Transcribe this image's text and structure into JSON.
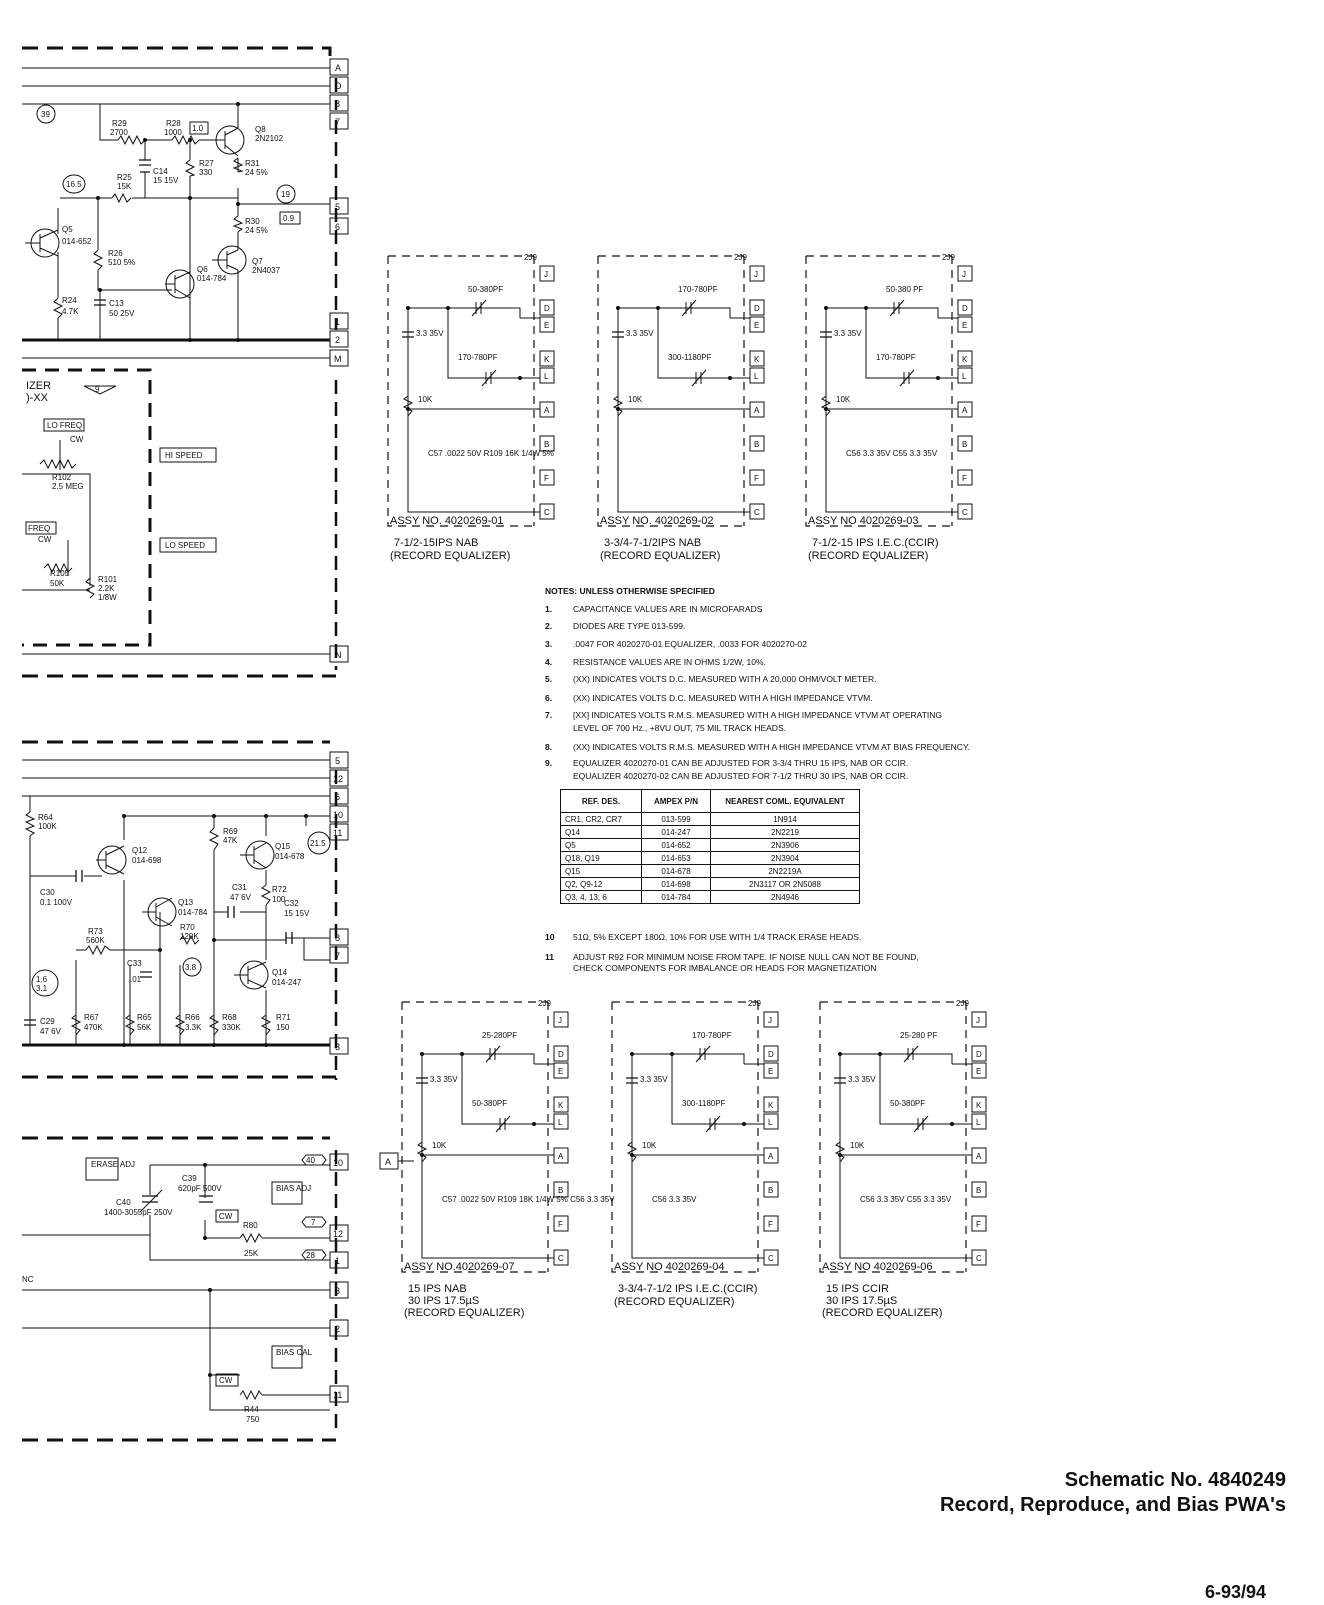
{
  "schematic": {
    "title_number": "Schematic No. 4840249",
    "title_desc": "Record, Reproduce, and Bias PWA's",
    "page": "6-93/94"
  },
  "upper_board": {
    "connectors": [
      "A",
      "D",
      "8",
      "7",
      "5",
      "6",
      "1",
      "2",
      "M",
      "N"
    ],
    "components": [
      {
        "ref": "R29",
        "value": "2700"
      },
      {
        "ref": "R28",
        "value": "1000"
      },
      {
        "ref": "Q8",
        "value": "2N2102"
      },
      {
        "ref": "C14",
        "value": "15 15V"
      },
      {
        "ref": "R25",
        "value": "15K"
      },
      {
        "ref": "R27",
        "value": "330"
      },
      {
        "ref": "R31",
        "value": "24 5%"
      },
      {
        "ref": "R30",
        "value": "24 5%"
      },
      {
        "ref": "Q5",
        "value": "014-652"
      },
      {
        "ref": "R26",
        "value": "510 5%"
      },
      {
        "ref": "Q6",
        "value": "014-784"
      },
      {
        "ref": "Q7",
        "value": "2N4037"
      },
      {
        "ref": "R24",
        "value": "4.7K"
      },
      {
        "ref": "C13",
        "value": "50 25V"
      }
    ],
    "measurements": [
      "39",
      "16.5",
      "1.0",
      "19",
      "0.9"
    ]
  },
  "equalizer_module": {
    "label": "IZER",
    "label2": ")-XX",
    "note_flag": "9",
    "lo_freq": "LO FREQ",
    "freq": "FREQ",
    "cw": "CW",
    "hi_speed": "HI SPEED",
    "lo_speed": "LO SPEED",
    "r102": "R102",
    "r102_val": "2.5 MEG",
    "r105": "R105",
    "r105_val": "50K",
    "r101": "R101",
    "r101_val": "2.2K",
    "r101_val2": "1/8W"
  },
  "middle_board": {
    "connectors": [
      "5",
      "12",
      "6",
      "10",
      "11",
      "8",
      "7",
      "3"
    ],
    "components": [
      {
        "ref": "R64",
        "value": "100K"
      },
      {
        "ref": "Q12",
        "value": "014-698"
      },
      {
        "ref": "R69",
        "value": "47K"
      },
      {
        "ref": "Q15",
        "value": "014-678"
      },
      {
        "ref": "C30",
        "value": "0.1 100V"
      },
      {
        "ref": "Q13",
        "value": "014-784"
      },
      {
        "ref": "C31",
        "value": "47 6V"
      },
      {
        "ref": "R72",
        "value": "100"
      },
      {
        "ref": "C32",
        "value": "15 15V"
      },
      {
        "ref": "R73",
        "value": "560K"
      },
      {
        "ref": "R70",
        "value": "120K"
      },
      {
        "ref": "C33",
        "value": ".01"
      },
      {
        "ref": "Q14",
        "value": "014-247"
      },
      {
        "ref": "C29",
        "value": "47 6V"
      },
      {
        "ref": "R67",
        "value": "470K"
      },
      {
        "ref": "R65",
        "value": "56K"
      },
      {
        "ref": "R66",
        "value": "3.3K"
      },
      {
        "ref": "R68",
        "value": "330K"
      },
      {
        "ref": "R71",
        "value": "150"
      }
    ],
    "measurements": [
      "21.5",
      "1.6",
      "3.1",
      "3.8"
    ]
  },
  "bias_board": {
    "connectors": [
      "10",
      "12",
      "1",
      "3",
      "2",
      "11"
    ],
    "erase_adj": "ERASE ADJ",
    "bias_adj": "BIAS ADJ",
    "bias_cal": "BIAS CAL",
    "cw": "CW",
    "components": [
      {
        "ref": "C39",
        "value": "620pF 500V"
      },
      {
        "ref": "C40",
        "value": "1400-3055pF 250V"
      },
      {
        "ref": "R80",
        "value": "25K"
      },
      {
        "ref": "R44",
        "value": "750"
      }
    ],
    "measurements": [
      "40",
      "7",
      "28"
    ],
    "side_text": "NC"
  },
  "assemblies": [
    {
      "connector_ref": "2J9",
      "assy": "ASSY NO. 4020269-01",
      "speed": "7-1/2-15IPS  NAB",
      "purpose": "(RECORD  EQUALIZER)",
      "c54": "50-380PF",
      "c53": "170-780PF",
      "c52": "3.3 35V",
      "r108": "10K",
      "extra": "C57 .0022 50V  R109 16K 1/4W 5%"
    },
    {
      "connector_ref": "2J9",
      "assy": "ASSY NO. 4020269-02",
      "speed": "3-3/4-7-1/2IPS NAB",
      "purpose": "(RECORD  EQUALIZER)",
      "c54": "170-780PF",
      "c53": "300-1180PF",
      "c52": "3.3 35V",
      "r108": "10K",
      "extra": ""
    },
    {
      "connector_ref": "2J9",
      "assy": "ASSY NO 4020269-03",
      "speed": "7-1/2-15 IPS  I.E.C.(CCIR)",
      "purpose": "(RECORD  EQUALIZER)",
      "c54": "50-380 PF",
      "c53": "170-780PF",
      "c52": "3.3 35V",
      "r108": "10K",
      "extra": "C56 3.3 35V  C55 3.3 35V"
    },
    {
      "connector_ref": "2J9",
      "assy": "ASSY NO.4020269-07",
      "speed": "15 IPS  NAB",
      "speed2": "30 IPS  17.5µS",
      "purpose": "(RECORD  EQUALIZER)",
      "c54": "25-280PF",
      "c53": "50-380PF",
      "c52": "3.3 35V",
      "r108": "10K",
      "extra": "C57 .0022 50V  R109 18K 1/4W 5%  C56 3.3 35V"
    },
    {
      "connector_ref": "2J9",
      "assy": "ASSY NO 4020269-04",
      "speed": "3-3/4-7-1/2 IPS  I.E.C.(CCIR)",
      "purpose": "(RECORD  EQUALIZER)",
      "c54": "170-780PF",
      "c53": "300-1180PF",
      "c52": "3.3 35V",
      "r108": "10K",
      "extra": "C56 3.3 35V"
    },
    {
      "connector_ref": "2J9",
      "assy": "ASSY NO 4020269-06",
      "speed": "15 IPS  CCIR",
      "speed2": "30 IPS  17.5µS",
      "purpose": "(RECORD  EQUALIZER)",
      "c54": "25-280 PF",
      "c53": "50-380PF",
      "c52": "3.3 35V",
      "r108": "10K",
      "extra": "C56 3.3 35V  C55 3.3 35V"
    }
  ],
  "pin_labels_top": [
    "J",
    "D",
    "E",
    "K",
    "L",
    "A",
    "B",
    "F",
    "C"
  ],
  "notes": {
    "title": "NOTES: UNLESS OTHERWISE SPECIFIED",
    "items": [
      {
        "mark": "1.",
        "text": "CAPACITANCE VALUES ARE IN MICROFARADS"
      },
      {
        "mark": "2.",
        "text": "DIODES ARE TYPE 013-599."
      },
      {
        "mark": "3.",
        "text": ".0047 FOR 4020270-01 EQUALIZER, .0033 FOR 4020270-02"
      },
      {
        "mark": "4.",
        "text": "RESISTANCE VALUES ARE IN OHMS 1/2W, 10%."
      },
      {
        "mark": "5.",
        "text": "(XX) INDICATES VOLTS D.C. MEASURED WITH A 20,000 OHM/VOLT METER."
      },
      {
        "mark": "6.",
        "text": "(XX) INDICATES VOLTS D.C. MEASURED WITH A HIGH IMPEDANCE VTVM."
      },
      {
        "mark": "7.",
        "text": "[XX] INDICATES VOLTS R.M.S. MEASURED WITH A HIGH IMPEDANCE VTVM AT OPERATING"
      },
      {
        "mark": "",
        "text": "LEVEL OF 700 Hz., +8VU OUT, 75 MIL TRACK HEADS."
      },
      {
        "mark": "8.",
        "text": "(XX) INDICATES VOLTS R.M.S. MEASURED WITH A HIGH IMPEDANCE VTVM AT BIAS FREQUENCY."
      },
      {
        "mark": "9.",
        "text": "EQUALIZER 4020270-01 CAN BE ADJUSTED FOR 3-3/4 THRU 15 IPS, NAB OR CCIR."
      },
      {
        "mark": "",
        "text": "EQUALIZER 4020270-02 CAN BE ADJUSTED FOR 7-1/2 THRU 30 IPS, NAB OR CCIR."
      }
    ],
    "note10": {
      "mark": "10",
      "text": "51Ω, 5% EXCEPT 180Ω, 10% FOR USE WITH 1/4 TRACK ERASE HEADS."
    },
    "note11a": {
      "mark": "11",
      "text": "ADJUST R92 FOR MINIMUM NOISE FROM TAPE.  IF NOISE NULL CAN NOT BE FOUND,"
    },
    "note11b": "CHECK COMPONENTS FOR IMBALANCE OR HEADS FOR MAGNETIZATION"
  },
  "parts_table": {
    "headers": [
      "REF. DES.",
      "AMPEX P/N",
      "NEAREST COML. EQUIVALENT"
    ],
    "rows": [
      [
        "CR1, CR2, CR7",
        "013-599",
        "1N914"
      ],
      [
        "Q14",
        "014-247",
        "2N2219"
      ],
      [
        "Q5",
        "014-652",
        "2N3906"
      ],
      [
        "Q18, Q19",
        "014-653",
        "2N3904"
      ],
      [
        "Q15",
        "014-678",
        "2N2219A"
      ],
      [
        "Q2, Q9-12",
        "014-698",
        "2N3117 OR 2N5088"
      ],
      [
        "Q3, 4, 13, 6",
        "014-784",
        "2N4946"
      ]
    ]
  },
  "external_pin": "A"
}
